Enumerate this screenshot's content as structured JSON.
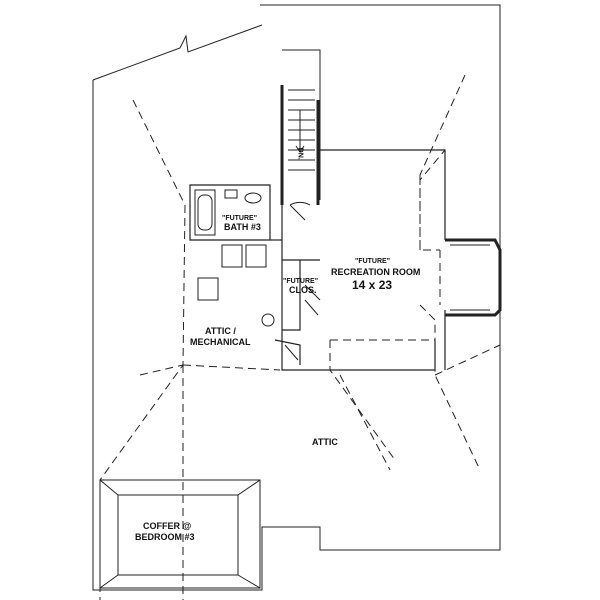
{
  "rooms": {
    "bath": {
      "tag": "\"FUTURE\"",
      "name": "BATH #3"
    },
    "recreation": {
      "tag": "\"FUTURE\"",
      "name": "RECREATION ROOM",
      "size": "14 x 23"
    },
    "closet": {
      "tag": "\"FUTURE\"",
      "name": "CLOS."
    },
    "attic_mech": {
      "line1": "ATTIC /",
      "line2": "MECHANICAL"
    },
    "attic": {
      "name": "ATTIC"
    },
    "coffer": {
      "line1": "COFFER @",
      "line2": "BEDROOM #3"
    }
  },
  "stairs": {
    "direction_label": "DN."
  },
  "colors": {
    "line": "#222222",
    "background": "#ffffff"
  }
}
